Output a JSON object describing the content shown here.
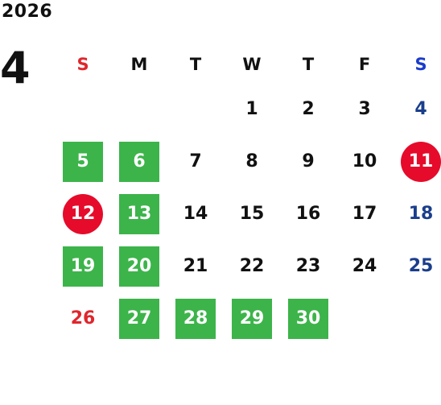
{
  "year": "2026",
  "month": "4",
  "colors": {
    "holiday_green": "#3cb44a",
    "holiday_red": "#e60b2a",
    "sunday": "#e0262d",
    "saturday": "#1a3e8c",
    "weekday": "#111111"
  },
  "weekdays": [
    {
      "label": "S",
      "color": "#e0262d"
    },
    {
      "label": "M",
      "color": "#111111"
    },
    {
      "label": "T",
      "color": "#111111"
    },
    {
      "label": "W",
      "color": "#111111"
    },
    {
      "label": "T",
      "color": "#111111"
    },
    {
      "label": "F",
      "color": "#111111"
    },
    {
      "label": "S",
      "color": "#1a3ccc"
    }
  ],
  "days": [
    {
      "day": "",
      "style": "empty"
    },
    {
      "day": "",
      "style": "empty"
    },
    {
      "day": "",
      "style": "empty"
    },
    {
      "day": "1",
      "style": "plain"
    },
    {
      "day": "2",
      "style": "plain"
    },
    {
      "day": "3",
      "style": "plain"
    },
    {
      "day": "4",
      "style": "sat"
    },
    {
      "day": "5",
      "style": "green"
    },
    {
      "day": "6",
      "style": "green"
    },
    {
      "day": "7",
      "style": "plain"
    },
    {
      "day": "8",
      "style": "plain"
    },
    {
      "day": "9",
      "style": "plain"
    },
    {
      "day": "10",
      "style": "plain"
    },
    {
      "day": "11",
      "style": "red"
    },
    {
      "day": "12",
      "style": "red"
    },
    {
      "day": "13",
      "style": "green"
    },
    {
      "day": "14",
      "style": "plain"
    },
    {
      "day": "15",
      "style": "plain"
    },
    {
      "day": "16",
      "style": "plain"
    },
    {
      "day": "17",
      "style": "plain"
    },
    {
      "day": "18",
      "style": "sat"
    },
    {
      "day": "19",
      "style": "green"
    },
    {
      "day": "20",
      "style": "green"
    },
    {
      "day": "21",
      "style": "plain"
    },
    {
      "day": "22",
      "style": "plain"
    },
    {
      "day": "23",
      "style": "plain"
    },
    {
      "day": "24",
      "style": "plain"
    },
    {
      "day": "25",
      "style": "sat"
    },
    {
      "day": "26",
      "style": "sun"
    },
    {
      "day": "27",
      "style": "green"
    },
    {
      "day": "28",
      "style": "green"
    },
    {
      "day": "29",
      "style": "green"
    },
    {
      "day": "30",
      "style": "green"
    },
    {
      "day": "",
      "style": "empty"
    },
    {
      "day": "",
      "style": "empty"
    }
  ]
}
